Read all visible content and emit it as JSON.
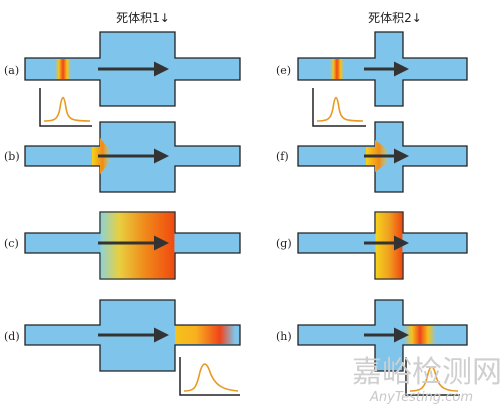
{
  "headers": {
    "left": "死体积1↓",
    "right": "死体积2↓"
  },
  "panels": [
    {
      "label": "(a)"
    },
    {
      "label": "(b)"
    },
    {
      "label": "(c)"
    },
    {
      "label": "(d)"
    },
    {
      "label": "(e)"
    },
    {
      "label": "(f)"
    },
    {
      "label": "(g)"
    },
    {
      "label": "(h)"
    }
  ],
  "watermark": {
    "chinese": "嘉峪检测网",
    "english": "AnyTesting.com"
  },
  "colors": {
    "channel": "#7fc4ea",
    "outline": "#222222",
    "arrow": "#333333",
    "peak": "#e89a22"
  }
}
